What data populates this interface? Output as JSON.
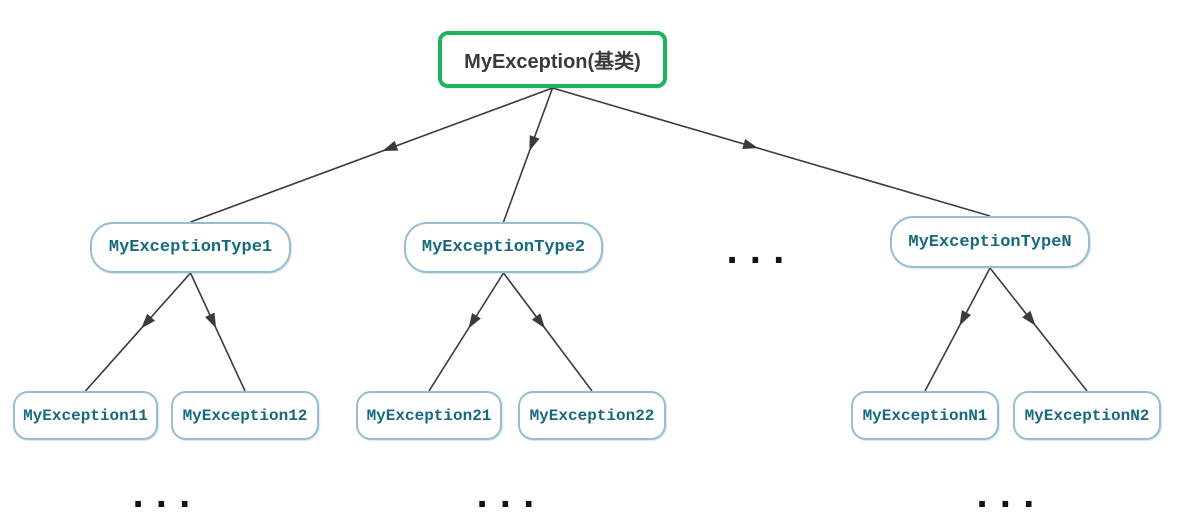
{
  "diagram": {
    "nodes": {
      "root": {
        "label": "MyException(基类)"
      },
      "type1": {
        "label": "MyExceptionType1"
      },
      "type2": {
        "label": "MyExceptionType2"
      },
      "typeN": {
        "label": "MyExceptionTypeN"
      },
      "e11": {
        "label": "MyException11"
      },
      "e12": {
        "label": "MyException12"
      },
      "e21": {
        "label": "MyException21"
      },
      "e22": {
        "label": "MyException22"
      },
      "eN1": {
        "label": "MyExceptionN1"
      },
      "eN2": {
        "label": "MyExceptionN2"
      }
    },
    "edges": [
      [
        "root",
        "type1"
      ],
      [
        "root",
        "type2"
      ],
      [
        "root",
        "typeN"
      ],
      [
        "type1",
        "e11"
      ],
      [
        "type1",
        "e12"
      ],
      [
        "type2",
        "e21"
      ],
      [
        "type2",
        "e22"
      ],
      [
        "typeN",
        "eN1"
      ],
      [
        "typeN",
        "eN2"
      ]
    ],
    "ellipses": {
      "between_types": ". . .",
      "below_left": ". . .",
      "below_middle": ". . .",
      "below_right": ". . ."
    },
    "colors": {
      "root_border": "#1fb35c",
      "root_text": "#3a3a3a",
      "node_border": "#93bed3",
      "node_text": "#17697e",
      "line_color": "#3b3b3b",
      "dots_color": "#141414"
    }
  }
}
